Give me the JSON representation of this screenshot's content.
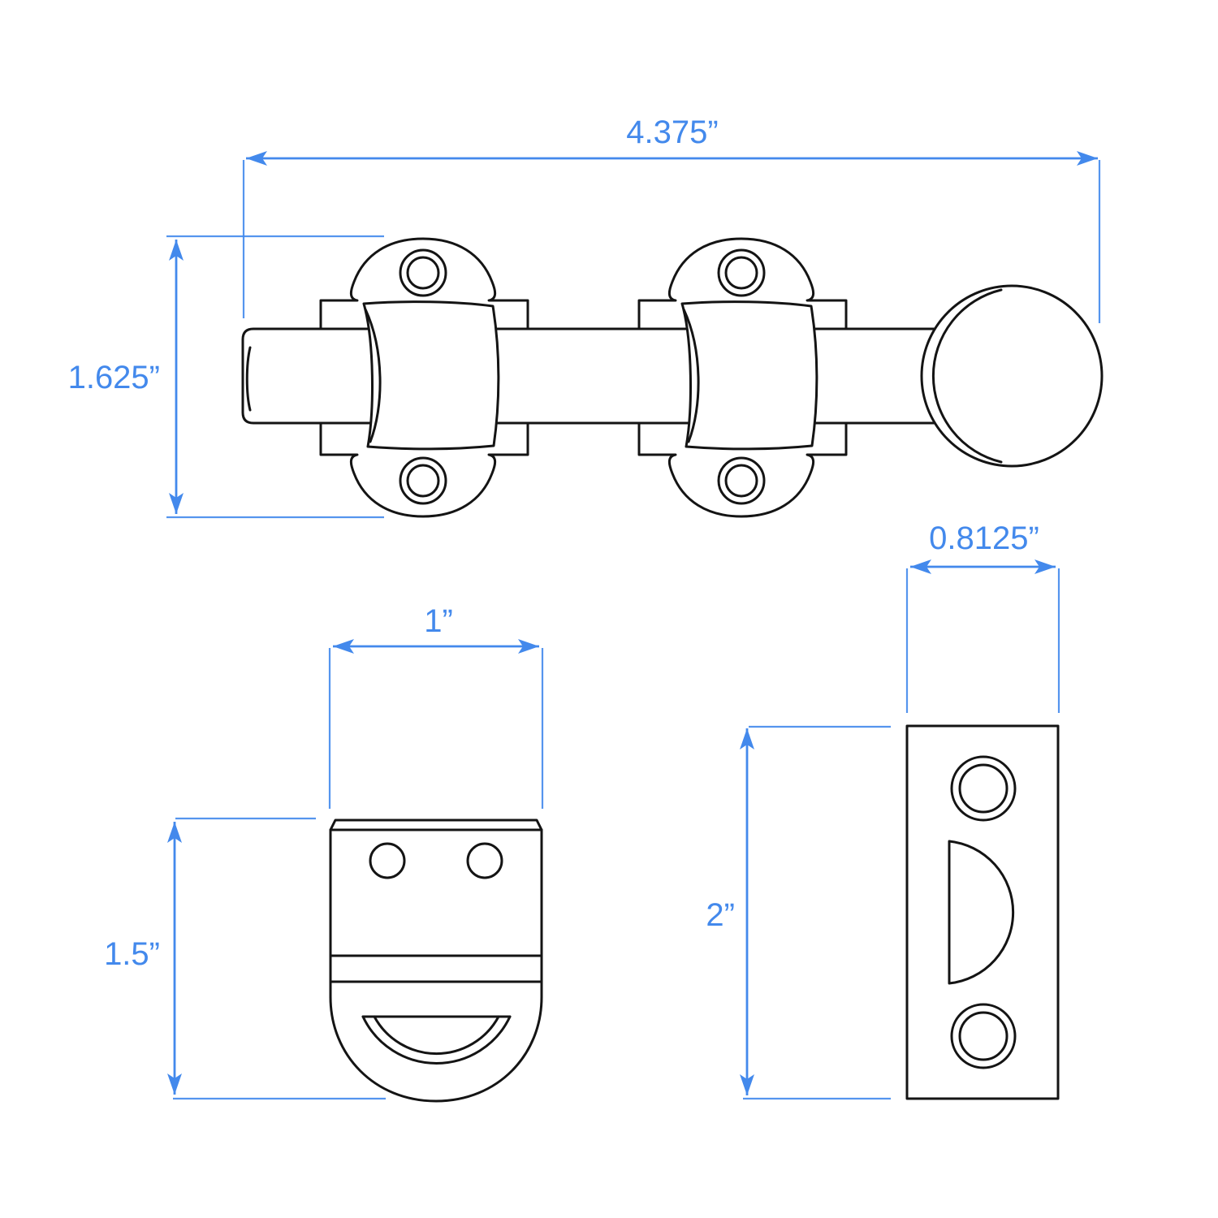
{
  "colors": {
    "background": "#ffffff",
    "outline": "#141414",
    "dimension": "#4389ec"
  },
  "views": {
    "front": {
      "width_label": "4.375”",
      "height_label": "1.625”"
    },
    "keeper": {
      "width_label": "1”",
      "height_label": "1.5”"
    },
    "strike": {
      "width_label": "0.8125”",
      "height_label": "2”"
    }
  }
}
